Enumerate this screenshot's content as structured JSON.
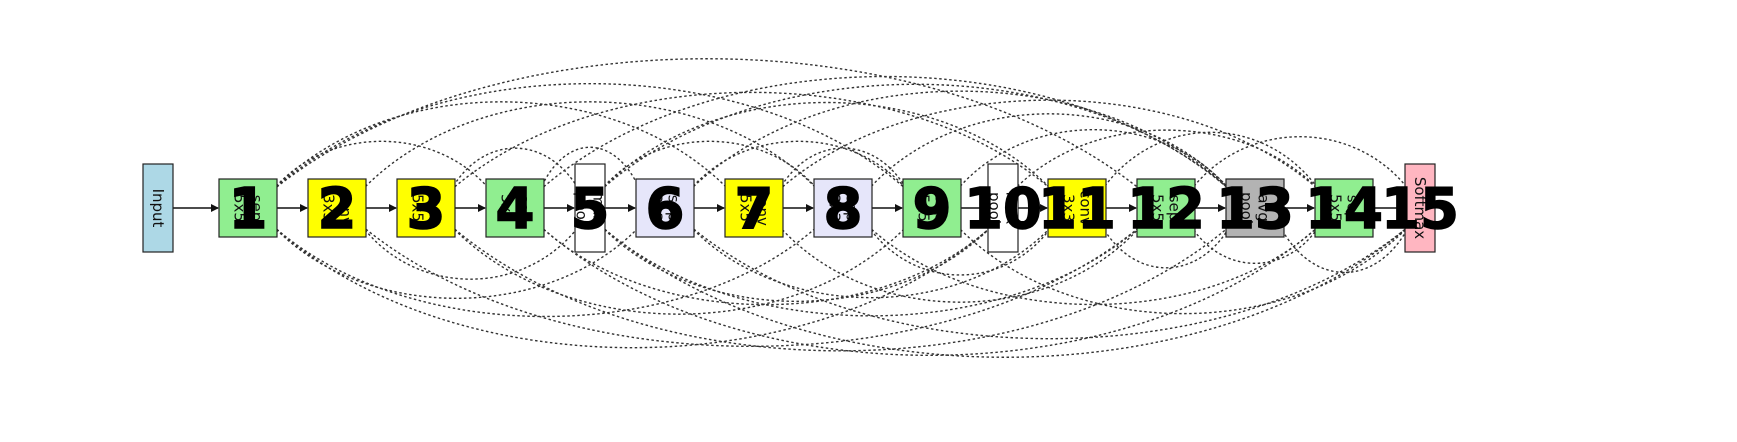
{
  "nodes": [
    {
      "id": "input",
      "lines": [
        "Input"
      ],
      "color": "#add8e6",
      "num": ""
    },
    {
      "id": "n1",
      "lines": [
        "sep",
        "5x5"
      ],
      "color": "#90ee90",
      "num": "1"
    },
    {
      "id": "n2",
      "lines": [
        "conv",
        "3x3"
      ],
      "color": "#ffff00",
      "num": "2"
    },
    {
      "id": "n3",
      "lines": [
        "conv",
        "5x5"
      ],
      "color": "#ffff00",
      "num": "3"
    },
    {
      "id": "n4",
      "lines": [
        "sep",
        "5x5"
      ],
      "color": "#90ee90",
      "num": "4"
    },
    {
      "id": "n5",
      "lines": [
        "max",
        "pool"
      ],
      "color": "#ffffff",
      "num": "5"
    },
    {
      "id": "n6",
      "lines": [
        "sep",
        "3x3"
      ],
      "color": "#e6e6fa",
      "num": "6"
    },
    {
      "id": "n7",
      "lines": [
        "conv",
        "5x5"
      ],
      "color": "#ffff00",
      "num": "7"
    },
    {
      "id": "n8",
      "lines": [
        "sep",
        "3x3"
      ],
      "color": "#e6e6fa",
      "num": "8"
    },
    {
      "id": "n9",
      "lines": [
        "sep",
        "5x5"
      ],
      "color": "#90ee90",
      "num": "9"
    },
    {
      "id": "n10",
      "lines": [
        "max",
        "pool"
      ],
      "color": "#ffffff",
      "num": "10"
    },
    {
      "id": "n11",
      "lines": [
        "conv",
        "3x3"
      ],
      "color": "#ffff00",
      "num": "11"
    },
    {
      "id": "n12",
      "lines": [
        "sep",
        "5x5"
      ],
      "color": "#90ee90",
      "num": "12"
    },
    {
      "id": "n13",
      "lines": [
        "avg",
        "pool"
      ],
      "color": "#b3b3b3",
      "num": "13"
    },
    {
      "id": "n14",
      "lines": [
        "sep",
        "5x5"
      ],
      "color": "#90ee90",
      "num": "14"
    },
    {
      "id": "softmax",
      "lines": [
        "Softmax"
      ],
      "color": "#ffb6c1",
      "num": "15"
    }
  ],
  "skip_connections": [
    [
      1,
      4
    ],
    [
      1,
      6
    ],
    [
      1,
      7
    ],
    [
      1,
      8
    ],
    [
      1,
      9
    ],
    [
      1,
      10
    ],
    [
      1,
      12
    ],
    [
      2,
      5
    ],
    [
      2,
      8
    ],
    [
      2,
      12
    ],
    [
      3,
      5
    ],
    [
      3,
      9
    ],
    [
      3,
      11
    ],
    [
      3,
      13
    ],
    [
      4,
      6
    ],
    [
      4,
      10
    ],
    [
      4,
      13
    ],
    [
      4,
      14
    ],
    [
      5,
      8
    ],
    [
      5,
      10
    ],
    [
      5,
      11
    ],
    [
      5,
      12
    ],
    [
      5,
      13
    ],
    [
      5,
      15
    ],
    [
      6,
      9
    ],
    [
      6,
      11
    ],
    [
      6,
      13
    ],
    [
      6,
      15
    ],
    [
      7,
      9
    ],
    [
      7,
      12
    ],
    [
      7,
      14
    ],
    [
      8,
      11
    ],
    [
      8,
      13
    ],
    [
      8,
      14
    ],
    [
      9,
      13
    ],
    [
      9,
      15
    ],
    [
      10,
      14
    ],
    [
      11,
      13
    ],
    [
      11,
      14
    ],
    [
      12,
      14
    ],
    [
      12,
      15
    ],
    [
      13,
      15
    ]
  ]
}
